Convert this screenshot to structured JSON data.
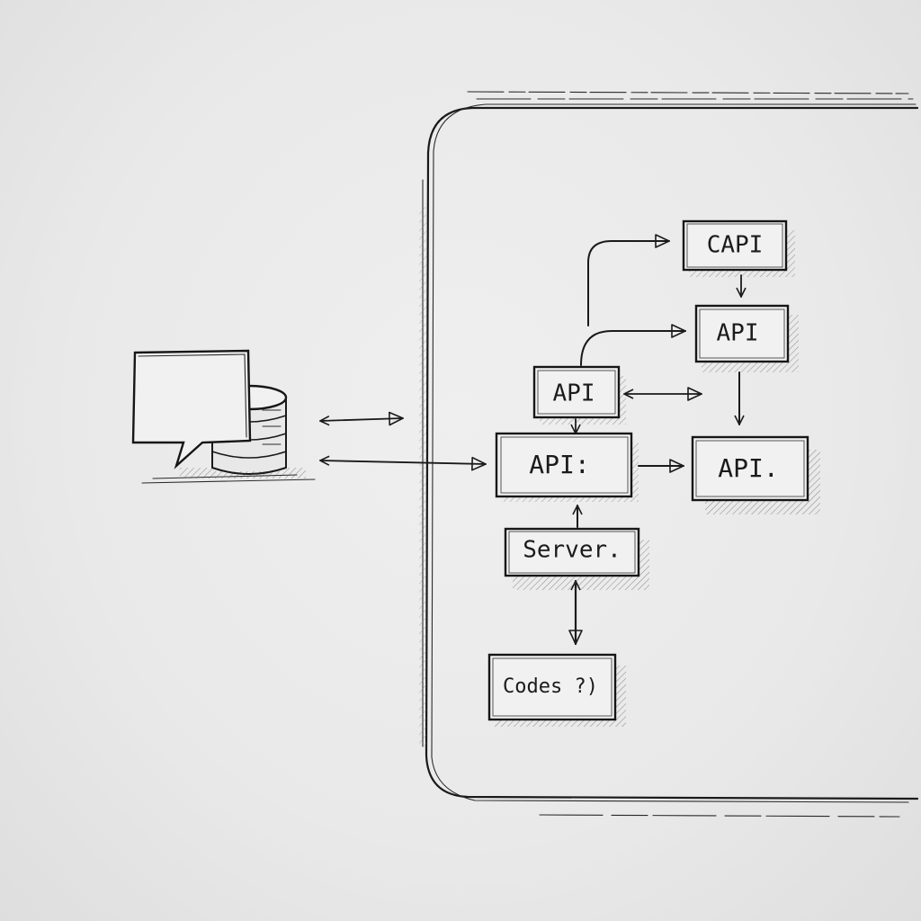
{
  "diagram": {
    "nodes": {
      "capi": {
        "label": "CAPI"
      },
      "api_top_right": {
        "label": "API"
      },
      "api_small": {
        "label": "API"
      },
      "api_main": {
        "label": "API:"
      },
      "api_right": {
        "label": "API."
      },
      "server": {
        "label": "Server."
      },
      "codes": {
        "label": "Codes ?)"
      }
    },
    "icons": [
      "chat-bubble-icon",
      "database-stack-icon"
    ],
    "colors": {
      "ink": "#1a1a1a",
      "paper": "#ececec",
      "hatch": "#6a6a6a"
    }
  }
}
